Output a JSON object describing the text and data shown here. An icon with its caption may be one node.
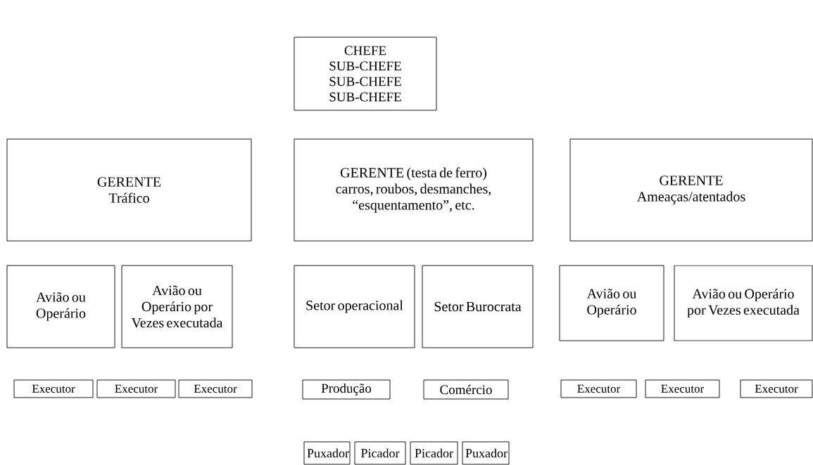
{
  "diagram": {
    "nodes": [
      {
        "text": [
          "CHEFE",
          "SUB-CHEFE",
          "SUB-CHEFE",
          "SUB-CHEFE"
        ]
      },
      {
        "text": [
          "GERENTE",
          "Tráfico"
        ]
      },
      {
        "text": [
          "GERENTE (testa de ferro)",
          "carros, roubos, desmanches, “esquentamento”, etc."
        ]
      },
      {
        "text": [
          "GERENTE",
          "Ameaças/atentados"
        ]
      },
      {
        "text": [
          "Avião ou Operário"
        ]
      },
      {
        "text": [
          "Avião ou Operário por Vezes executada"
        ]
      },
      {
        "text": [
          "Setor operacional"
        ]
      },
      {
        "text": [
          "Setor Burocrata"
        ]
      },
      {
        "text": [
          "Avião ou Operário"
        ]
      },
      {
        "text": [
          "Avião ou Operário por Vezes executada"
        ]
      },
      {
        "text": [
          "Executor"
        ]
      },
      {
        "text": [
          "Executor"
        ]
      },
      {
        "text": [
          "Executor"
        ]
      },
      {
        "text": [
          "Produção"
        ]
      },
      {
        "text": [
          "Comércio"
        ]
      },
      {
        "text": [
          "Executor"
        ]
      },
      {
        "text": [
          "Executor"
        ]
      },
      {
        "text": [
          "Executor"
        ]
      },
      {
        "text": [
          "Puxador"
        ]
      },
      {
        "text": [
          "Picador"
        ]
      },
      {
        "text": [
          "Picador"
        ]
      },
      {
        "text": [
          "Puxador"
        ]
      }
    ]
  }
}
